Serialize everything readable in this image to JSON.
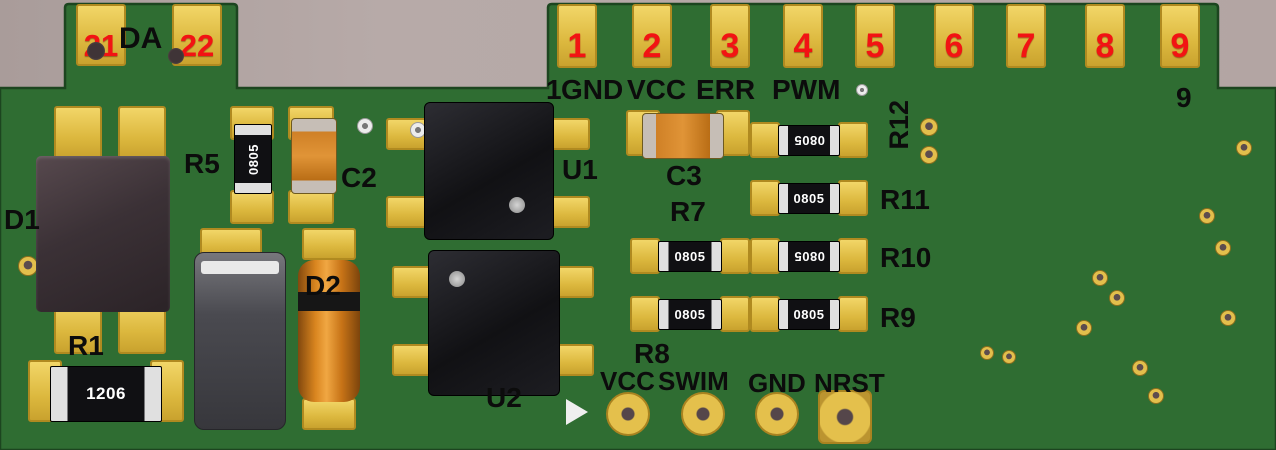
{
  "board": {
    "colors": {
      "background": "#b3a5a3",
      "soldermask_green": "#2f6d32",
      "board_edge": "#1c451f",
      "pad_gold": "#e2bd48",
      "silkscreen_red": "#f21313",
      "silkscreen_black": "#0c0c0c",
      "component_orange": "#d9851f"
    }
  },
  "edge_connector_top_left": {
    "pad_numbers": [
      "21",
      "22"
    ],
    "silkscreen_label": "DA"
  },
  "edge_connector_top_right": {
    "pad_numbers": [
      "1",
      "2",
      "3",
      "4",
      "5",
      "6",
      "7",
      "8",
      "9"
    ],
    "signal_labels": [
      "1",
      "GND",
      "VCC",
      "ERR",
      "PWM"
    ],
    "pin9_label": "9"
  },
  "components": {
    "D1": {
      "ref": "D1"
    },
    "R1": {
      "ref": "R1",
      "marking": "1206"
    },
    "R5": {
      "ref": "R5",
      "marking": "0805"
    },
    "C2": {
      "ref": "C2"
    },
    "D2": {
      "ref": "D2"
    },
    "U1": {
      "ref": "U1"
    },
    "U2": {
      "ref": "U2"
    },
    "C3": {
      "ref": "C3"
    },
    "R7": {
      "ref": "R7",
      "marking": "0805"
    },
    "R8": {
      "ref": "R8",
      "marking": "0805"
    },
    "R9": {
      "ref": "R9",
      "marking": "0805"
    },
    "R10": {
      "ref": "R10",
      "marking": "0805"
    },
    "R11": {
      "ref": "R11",
      "marking": "0805"
    },
    "R12": {
      "ref": "R12",
      "marking": "0805"
    }
  },
  "swim_header": {
    "pin_labels": [
      "VCC",
      "SWIM",
      "GND",
      "NRST"
    ]
  }
}
